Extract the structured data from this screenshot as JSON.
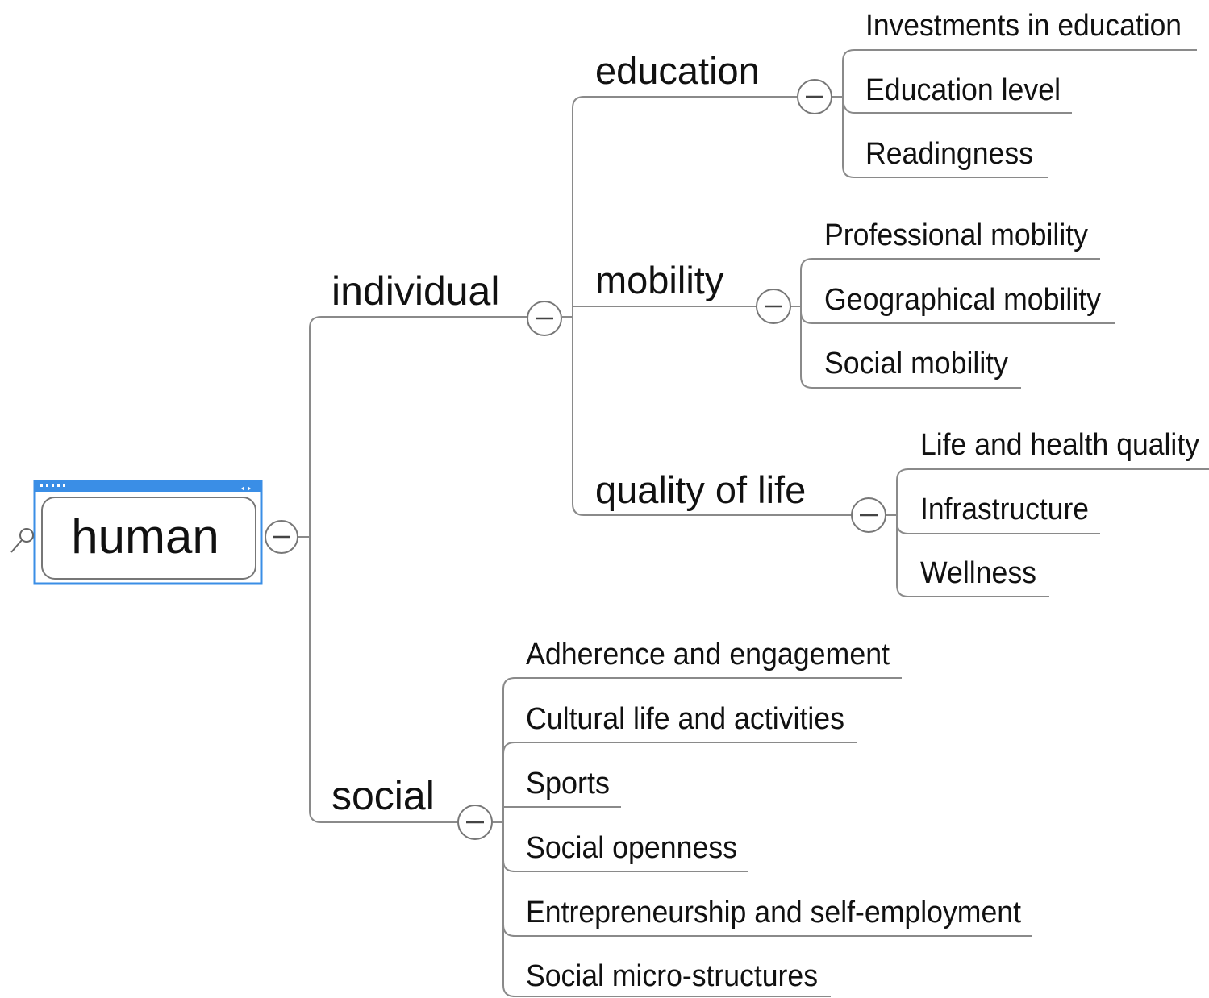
{
  "mindmap": {
    "root": {
      "label": "human"
    },
    "branches": [
      {
        "label": "individual",
        "children": [
          {
            "label": "education",
            "children": [
              "Investments in education",
              "Education level",
              "Readingness"
            ]
          },
          {
            "label": "mobility",
            "children": [
              "Professional mobility",
              "Geographical mobility",
              "Social mobility"
            ]
          },
          {
            "label": "quality of life",
            "children": [
              "Life and health quality",
              "Infrastructure",
              "Wellness"
            ]
          }
        ]
      },
      {
        "label": "social",
        "children": [
          "Adherence and engagement",
          "Cultural life and activities",
          "Sports",
          "Social openness",
          "Entrepreneurship and self-employment",
          "Social micro-structures"
        ]
      }
    ]
  },
  "colors": {
    "selection": "#3a8ee6",
    "edge": "#8a8a8a",
    "text": "#111111"
  },
  "icons": {
    "collapse": "minus-circle-icon",
    "search": "magnifier-icon"
  }
}
